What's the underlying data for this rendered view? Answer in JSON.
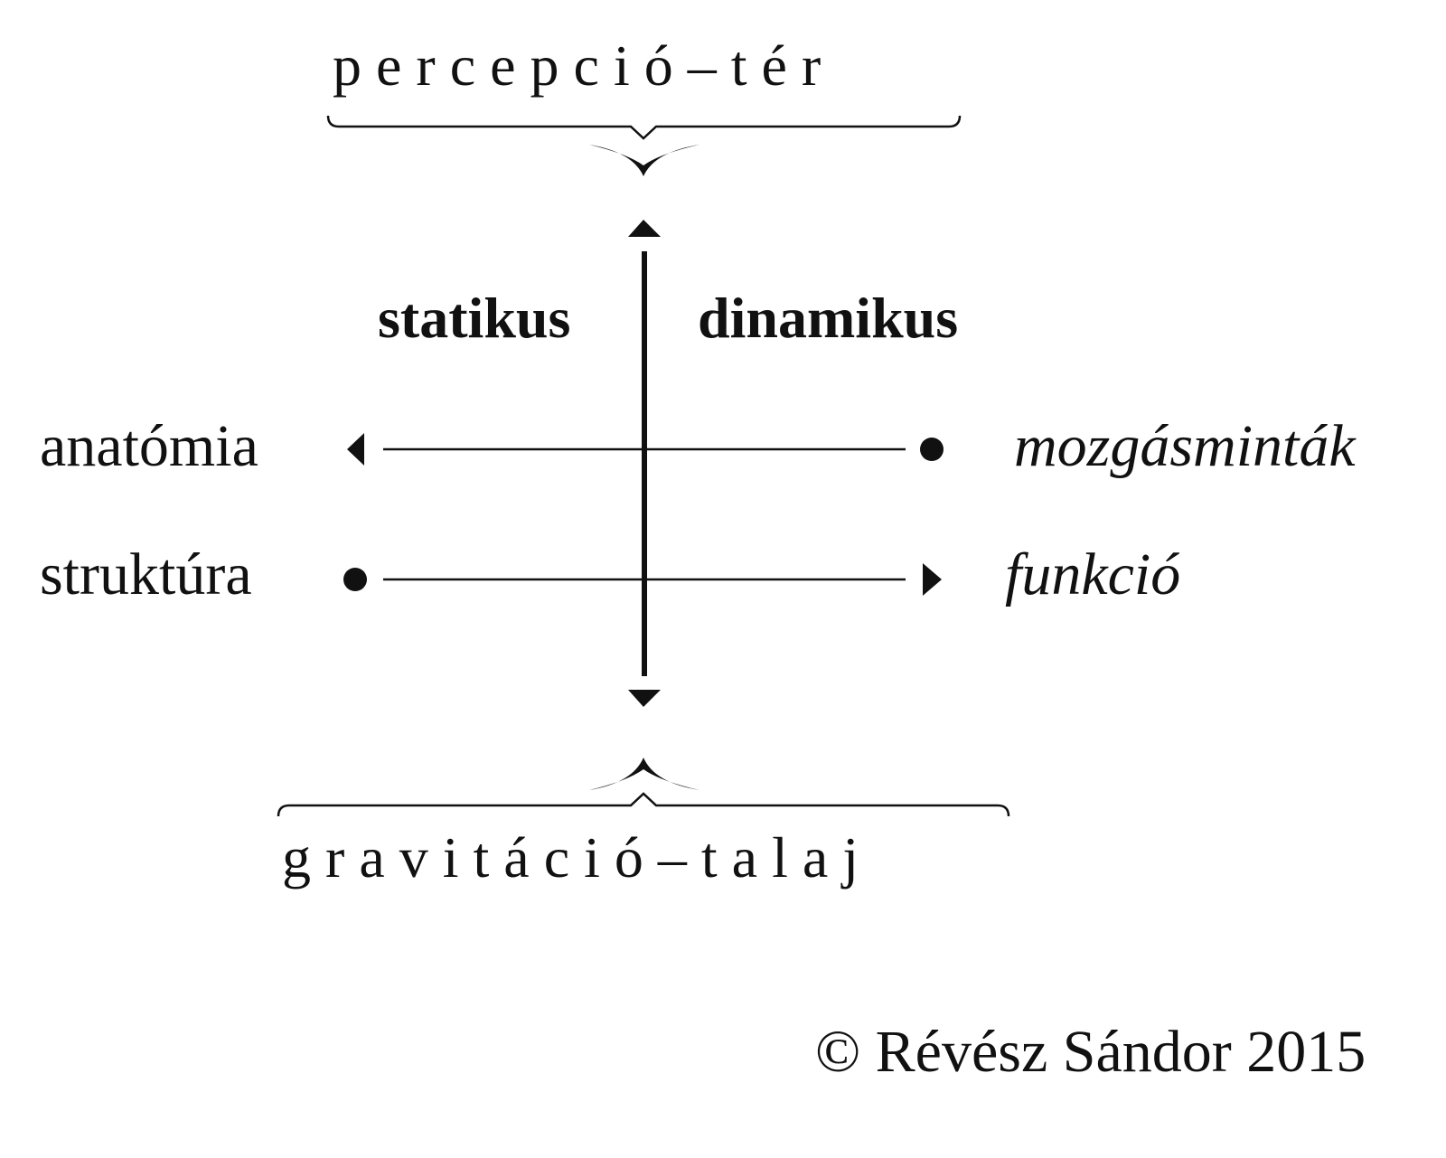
{
  "top_label": "p e r c e p c i ó  –  t é r",
  "bottom_label": "g r a v i t á c i ó  –  t a l a j",
  "left_header": "statikus",
  "right_header": "dinamikus",
  "rows": [
    {
      "left": "anatómia",
      "right": "mozgásminták"
    },
    {
      "left": "struktúra",
      "right": "funkció"
    }
  ],
  "copyright": "© Révész Sándor 2015"
}
